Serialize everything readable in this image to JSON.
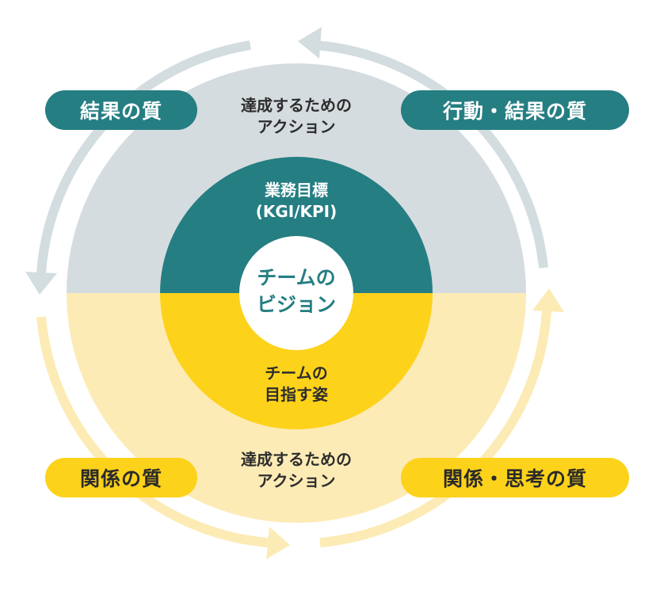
{
  "colors": {
    "teal": "#257e82",
    "yellow": "#fdd21a",
    "grey_fill": "#d5dcdf",
    "cream_fill": "#fdebb6",
    "grey_arrow": "#d3dde0",
    "cream_arrow": "#fcebb4",
    "white": "#ffffff"
  },
  "pills": {
    "top_left": "結果の質",
    "top_right": "行動・結果の質",
    "bottom_left": "関係の質",
    "bottom_right": "関係・思考の質"
  },
  "outer": {
    "top_line1": "達成するための",
    "top_line2": "アクション",
    "bottom_line1": "達成するための",
    "bottom_line2": "アクション"
  },
  "middle": {
    "top_line1": "業務目標",
    "top_line2": "(KGI/KPI)",
    "bottom_line1": "チームの",
    "bottom_line2": "目指す姿"
  },
  "center": {
    "line1": "チームの",
    "line2": "ビジョン"
  },
  "arrows": [
    "upper-arc-arrow",
    "left-arc-arrow",
    "bottom-arc-arrow",
    "right-arc-arrow"
  ]
}
